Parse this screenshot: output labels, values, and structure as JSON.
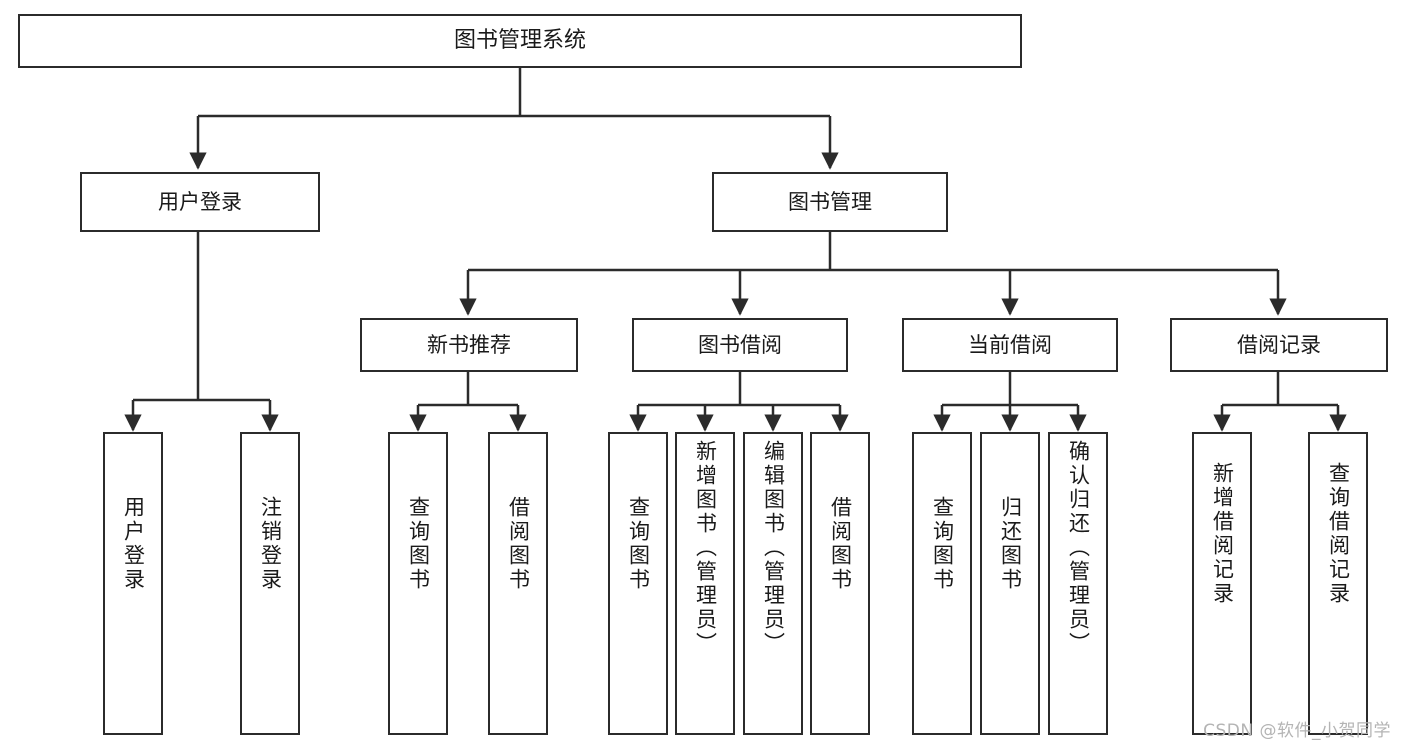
{
  "diagram": {
    "title": "图书管理系统",
    "watermark": "CSDN @软件_小贺同学",
    "colors": {
      "box_border": "#2b2b2b",
      "connector": "#2b2b2b",
      "background": "#ffffff",
      "text": "#1a1a1a",
      "watermark": "#b4b4b4"
    },
    "root": {
      "label": "图书管理系统"
    },
    "level2": [
      {
        "label": "用户登录"
      },
      {
        "label": "图书管理"
      }
    ],
    "level3": [
      {
        "label": "新书推荐"
      },
      {
        "label": "图书借阅"
      },
      {
        "label": "当前借阅"
      },
      {
        "label": "借阅记录"
      }
    ],
    "leaves": {
      "user_login": [
        {
          "label": "用户登录"
        },
        {
          "label": "注销登录"
        }
      ],
      "new_book": [
        {
          "label": "查询图书"
        },
        {
          "label": "借阅图书"
        }
      ],
      "book_borrow": [
        {
          "label": "查询图书"
        },
        {
          "label": "新增图书（管理员）"
        },
        {
          "label": "编辑图书（管理员）"
        },
        {
          "label": "借阅图书"
        }
      ],
      "current_borrow": [
        {
          "label": "查询图书"
        },
        {
          "label": "归还图书"
        },
        {
          "label": "确认归还（管理员）"
        }
      ],
      "borrow_record": [
        {
          "label": "新增借阅记录"
        },
        {
          "label": "查询借阅记录"
        }
      ]
    }
  }
}
